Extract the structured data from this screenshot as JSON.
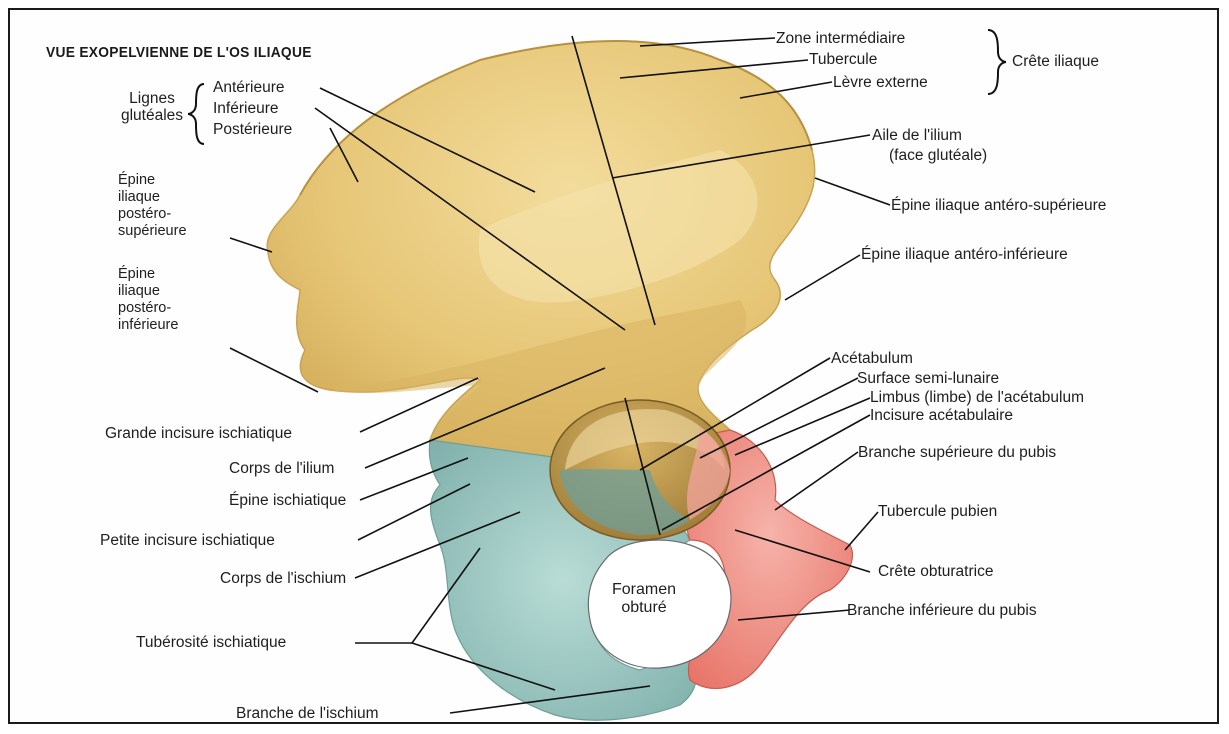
{
  "title": "VUE EXOPELVIENNE DE L'OS ILIAQUE",
  "regions": {
    "ilium_color": "#e8c97a",
    "ischium_color": "#9fc7c2",
    "pubis_color": "#ee8f86",
    "line_color": "#111111"
  },
  "labels": {
    "zone_intermediaire": "Zone intermédiaire",
    "tubercule": "Tubercule",
    "levre_externe": "Lèvre externe",
    "crete_iliaque": "Crête iliaque",
    "lignes_gluteales": "Lignes\nglutéales",
    "anterieure": "Antérieure",
    "inferieure": "Inférieure",
    "posterieure": "Postérieure",
    "aile_ilium": "Aile de l'ilium",
    "face_gluteale": "(face glutéale)",
    "epine_ant_sup": "Épine iliaque antéro-supérieure",
    "epine_post_sup": "Épine\niliaque\npostéro-\nsupérieure",
    "epine_ant_inf": "Épine iliaque antéro-inférieure",
    "epine_post_inf": "Épine\niliaque\npostéro-\ninférieure",
    "acetabulum": "Acétabulum",
    "surface_semi_lunaire": "Surface semi-lunaire",
    "limbus": "Limbus (limbe) de l'acétabulum",
    "incisure_acetabulaire": "Incisure acétabulaire",
    "grande_incisure": "Grande incisure ischiatique",
    "corps_ilium": "Corps de l'ilium",
    "branche_sup_pubis": "Branche supérieure du pubis",
    "epine_ischiatique": "Épine ischiatique",
    "tubercule_pubien": "Tubercule pubien",
    "petite_incisure": "Petite incisure ischiatique",
    "corps_ischium": "Corps de l'ischium",
    "crete_obturatrice": "Crête obturatrice",
    "foramen_obture": "Foramen\nobturé",
    "branche_inf_pubis": "Branche inférieure du pubis",
    "tuberosite_ischiatique": "Tubérosité ischiatique",
    "branche_ischium": "Branche de l'ischium"
  }
}
